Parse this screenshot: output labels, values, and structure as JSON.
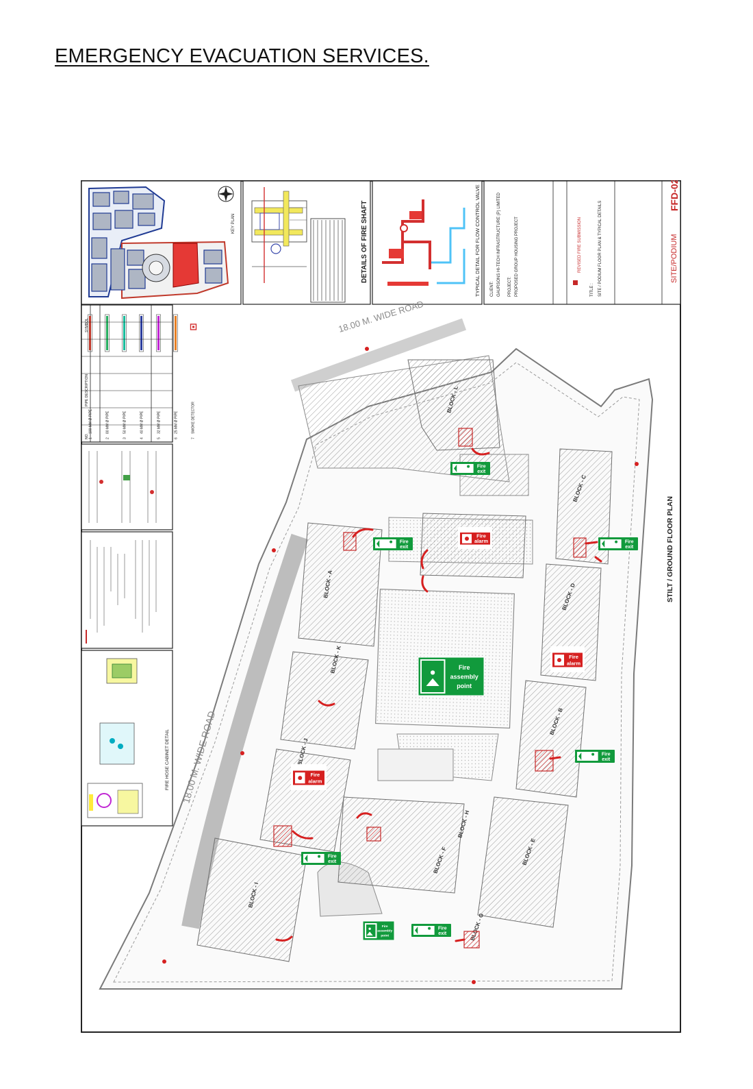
{
  "page": {
    "title": "EMERGENCY EVACUATION SERVICES."
  },
  "drawing": {
    "key_plan_label": "KEY PLAN",
    "fire_shaft_title": "DETAILS OF FIRE SHAFT",
    "flow_valve_title": "TYPICAL DETAIL FOR FLOW CONTROL VALVE",
    "hose_cabinet_title": "FIRE HOSE CABINET DETAIL",
    "road_top": "18.00 M. WIDE ROAD",
    "road_left": "18.00 M. WIDE ROAD",
    "plan_title": "STILT / GROUND FLOOR PLAN",
    "sheet_code": "SITE/PODIUM",
    "drawing_no": "FFD-02",
    "title_block_lines": [
      "CLIENT:",
      "GAURSONS HI-TECH INFRASTRUCTURE (P) LIMITED",
      "PROJECT:",
      "PROPOSED GROUP HOUSING PROJECT",
      "TITLE :",
      "SITE / PODIUM FLOOR PLAN & TYPICAL DETAILS",
      "REVISED FIRE SUBMISSION"
    ],
    "legend": {
      "headers": [
        "NO.",
        "PIPE DESCRIPTION",
        "SYMBOL"
      ],
      "rows": [
        {
          "no": "1",
          "desc": "100 MM Ø PIPE",
          "color": "#c0392b"
        },
        {
          "no": "2",
          "desc": "80 MM Ø PIPE",
          "color": "#27ae60"
        },
        {
          "no": "3",
          "desc": "50 MM Ø PIPE",
          "color": "#1abc9c"
        },
        {
          "no": "4",
          "desc": "40 MM Ø PIPE",
          "color": "#2c3e9e"
        },
        {
          "no": "5",
          "desc": "32 MM Ø PIPE",
          "color": "#c026d3"
        },
        {
          "no": "6",
          "desc": "25 MM Ø PIPE",
          "color": "#e67e22"
        },
        {
          "no": "7",
          "desc": "SMOKE DETECTOR",
          "color": "#d32f2f"
        }
      ]
    },
    "blocks": [
      "BLOCK - L",
      "BLOCK - C",
      "BLOCK - D",
      "BLOCK - B",
      "BLOCK - A",
      "BLOCK - K",
      "BLOCK - J",
      "BLOCK - E",
      "BLOCK - F",
      "BLOCK - G",
      "BLOCK - H",
      "BLOCK - I"
    ],
    "signs": {
      "fire_exit_1": "Fire",
      "fire_exit_2": "exit",
      "fire_alarm_1": "Fire",
      "fire_alarm_2": "alarm",
      "assembly_1": "Fire",
      "assembly_2": "assembly",
      "assembly_3": "point"
    }
  },
  "colors": {
    "sign_green": "#119a3c",
    "sign_red": "#d62020",
    "drawing_gray": "#8a8a8a"
  }
}
